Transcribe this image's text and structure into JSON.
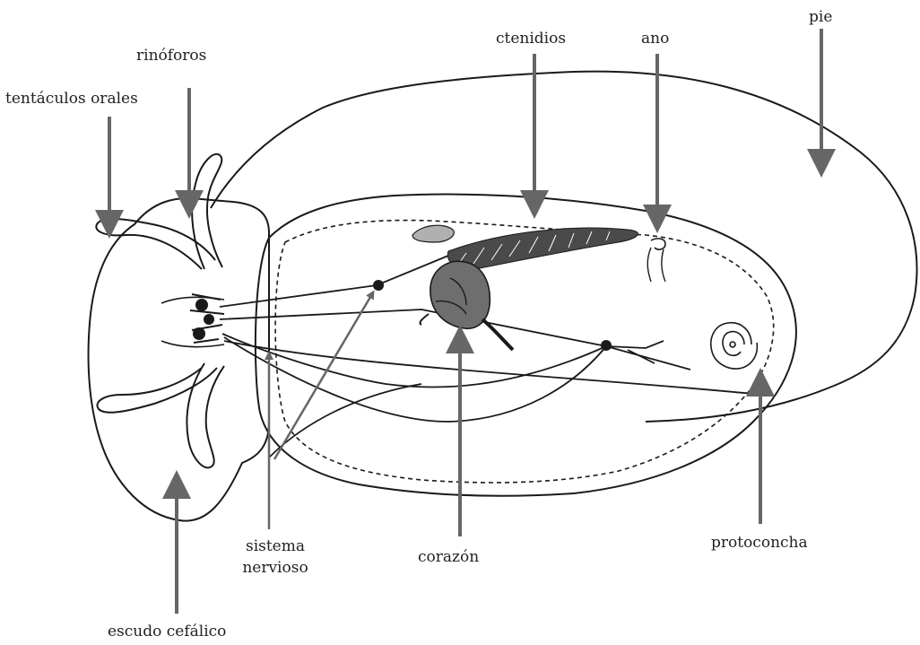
{
  "labels": {
    "tentaculos_orales": "tentáculos orales",
    "rinoforos": "rinóforos",
    "ctenidios": "ctenidios",
    "ano": "ano",
    "pie": "pie",
    "sistema_nervioso_line1": "sistema",
    "sistema_nervioso_line2": "nervioso",
    "corazon": "corazón",
    "protoconcha": "protoconcha",
    "escudo_cefalico": "escudo cefálico"
  },
  "colors": {
    "outline": "#1a1a1a",
    "arrow": "#666666",
    "heart_fill": "#6e6e6e",
    "gill_fill": "#4a4a4a"
  }
}
